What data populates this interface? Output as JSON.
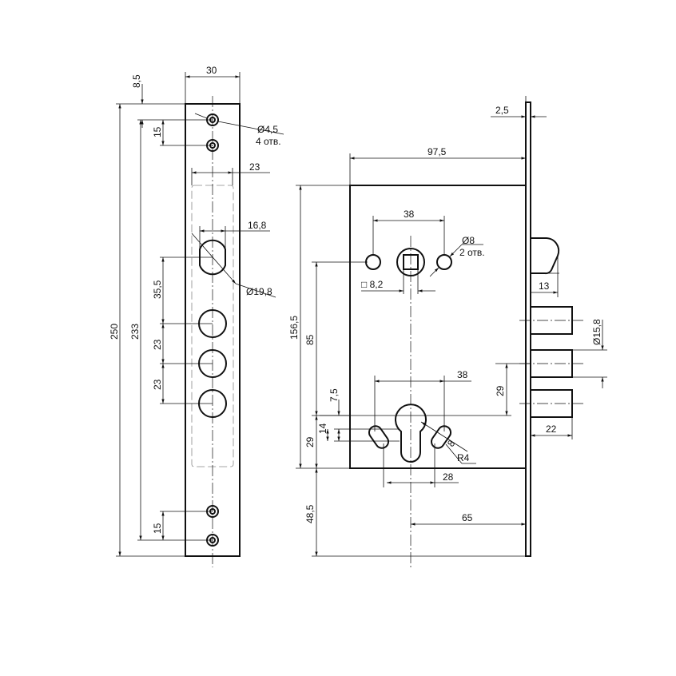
{
  "strike_plate": {
    "width": "30",
    "top_offset": "8,5",
    "hole_spacing_top": "15",
    "hole_dia": "Ø4,5",
    "hole_count": "4 отв.",
    "recess_width": "23",
    "latch_width": "16,8",
    "latch_dia": "Ø19,8",
    "latch_offset": "35,5",
    "bolt_spacing_1": "23",
    "bolt_spacing_2": "23",
    "inner_height": "233",
    "total_height": "250",
    "hole_spacing_bottom": "15"
  },
  "lock_body": {
    "faceplate_thickness": "2,5",
    "body_depth": "97,5",
    "hole_spacing": "38",
    "hole_dia": "Ø8",
    "hole_count": "2 отв.",
    "spindle_square": "□ 8,2",
    "body_height": "156,5",
    "spindle_to_cylinder": "85",
    "latch_projection": "13",
    "bolt_dia": "Ø15,8",
    "cylinder_hole_spacing": "38",
    "slot_offset": "7,5",
    "slot_height": "14",
    "slot_width": "8",
    "slot_radius": "R4",
    "cylinder_to_bottom": "29",
    "bolt_spacing": "29",
    "bolt_projection": "22",
    "slot_spacing": "28",
    "bottom_extension": "48,5",
    "backset": "65"
  }
}
